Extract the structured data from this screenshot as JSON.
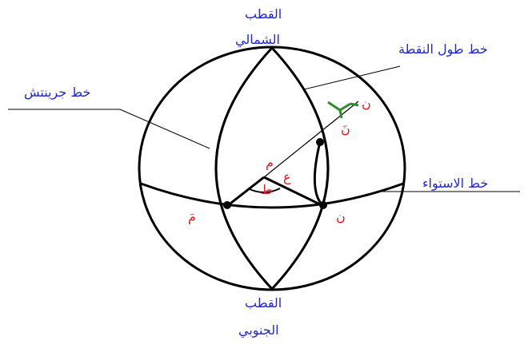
{
  "labels": {
    "north_pole_line1": "القطب",
    "north_pole_line2": "الشمالي",
    "south_pole_line1": "القطب",
    "south_pole_line2": "الجنوبي",
    "point_meridian": "خط طول النقطة",
    "greenwich": "خط جرينتش",
    "equator": "خط الاستواء"
  },
  "points": {
    "center": "م",
    "center_prime": "مَ",
    "n_right": "ن",
    "n_top": "ن",
    "n_top_prime": "نَ",
    "ta": "ط",
    "ain": "ع"
  },
  "colors": {
    "lines": "#000000",
    "labels": "#1f28d6",
    "points": "#e21a1a",
    "accent": "#2f8a2f"
  }
}
